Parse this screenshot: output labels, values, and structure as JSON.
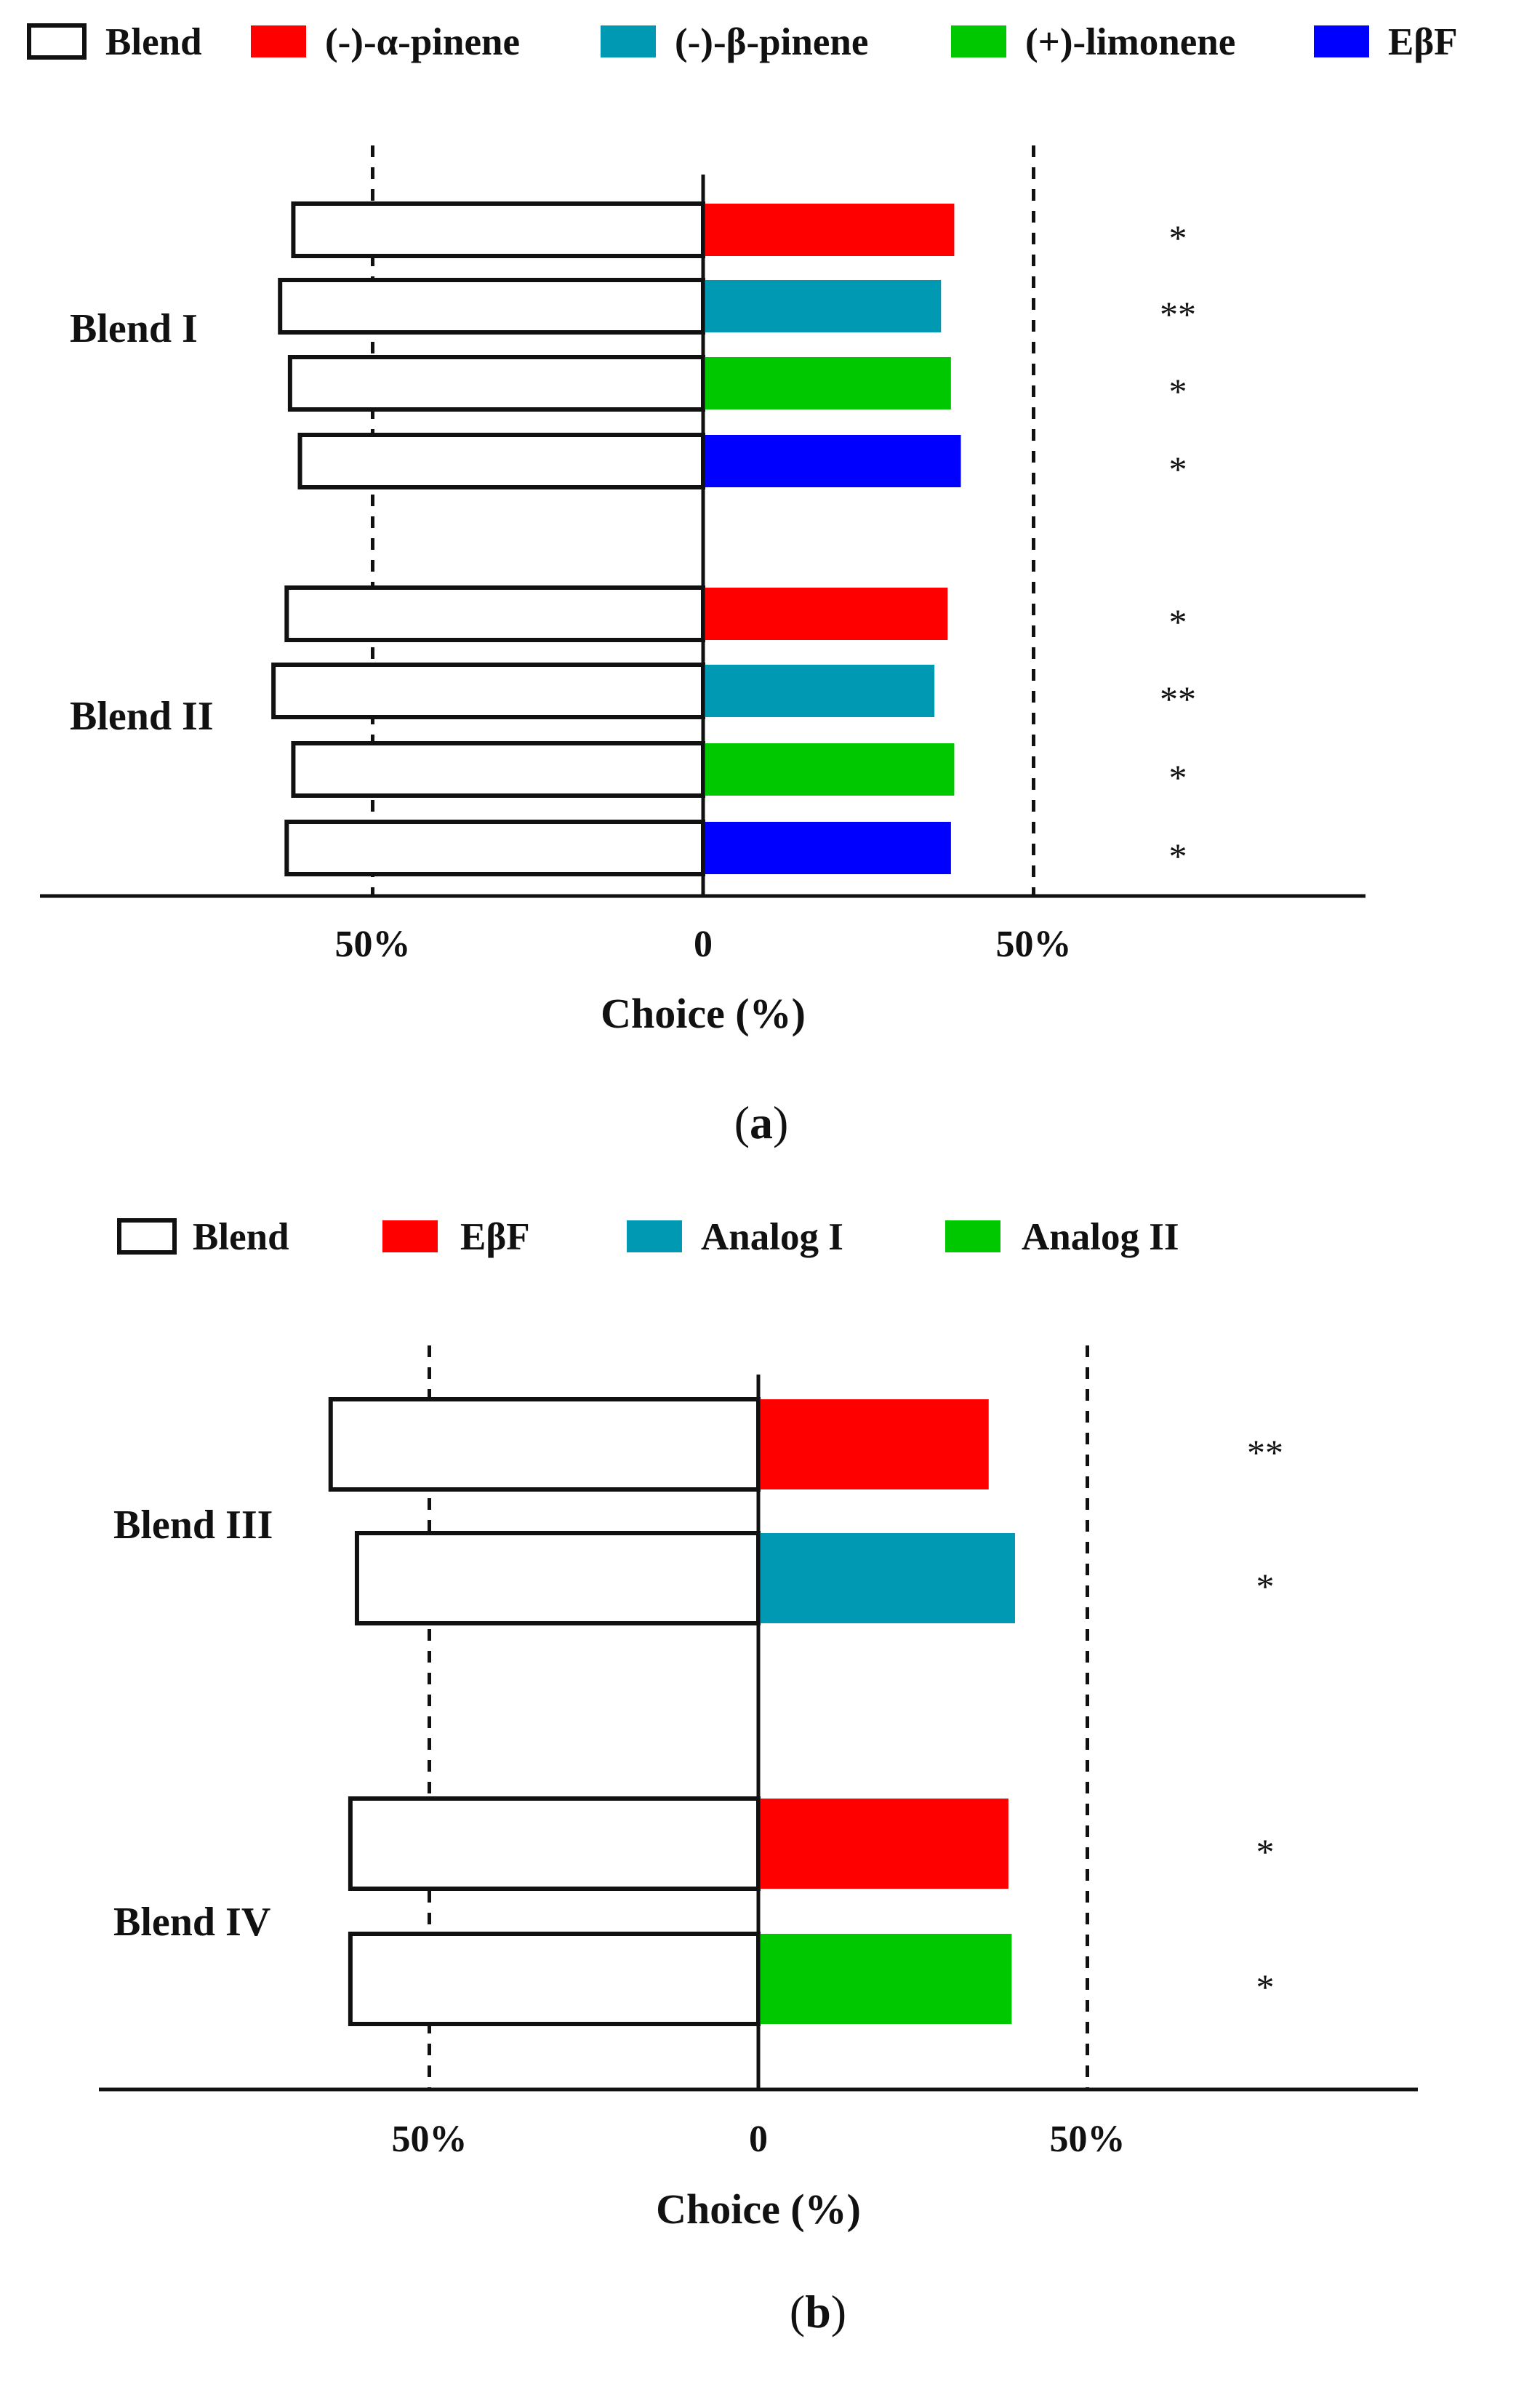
{
  "chart_data": [
    {
      "type": "bar",
      "panel_label": "a",
      "legend": [
        "Blend",
        "(-)-α-pinene",
        "(-)-β-pinene",
        "(+)-limonene",
        "EβF"
      ],
      "colors": {
        "Blend": "#ffffff",
        "(-)-α-pinene": "#ff0000",
        "(-)-β-pinene": "#0099b4",
        "(+)-limonene": "#00c800",
        "EβF": "#0000ff"
      },
      "xlabel": "Choice (%)",
      "xticks": [
        "50%",
        "0",
        "50%"
      ],
      "xlim": [
        -100,
        100
      ],
      "reference_lines": [
        -50,
        50
      ],
      "groups": [
        {
          "label": "Blend I",
          "rows": [
            {
              "compound": "(-)-α-pinene",
              "blend": 62,
              "compound_value": 38,
              "sig": "*"
            },
            {
              "compound": "(-)-β-pinene",
              "blend": 64,
              "compound_value": 36,
              "sig": "**"
            },
            {
              "compound": "(+)-limonene",
              "blend": 62.5,
              "compound_value": 37.5,
              "sig": "*"
            },
            {
              "compound": "EβF",
              "blend": 61,
              "compound_value": 39,
              "sig": "*"
            }
          ]
        },
        {
          "label": "Blend II",
          "rows": [
            {
              "compound": "(-)-α-pinene",
              "blend": 63,
              "compound_value": 37,
              "sig": "*"
            },
            {
              "compound": "(-)-β-pinene",
              "blend": 65,
              "compound_value": 35,
              "sig": "**"
            },
            {
              "compound": "(+)-limonene",
              "blend": 62,
              "compound_value": 38,
              "sig": "*"
            },
            {
              "compound": "EβF",
              "blend": 63,
              "compound_value": 37.5,
              "sig": "*"
            }
          ]
        }
      ]
    },
    {
      "type": "bar",
      "panel_label": "b",
      "legend": [
        "Blend",
        "EβF",
        "Analog I",
        "Analog II"
      ],
      "colors": {
        "Blend": "#ffffff",
        "EβF": "#ff0000",
        "Analog I": "#0099b4",
        "Analog II": "#00c800"
      },
      "xlabel": "Choice (%)",
      "xticks": [
        "50%",
        "0",
        "50%"
      ],
      "xlim": [
        -100,
        100
      ],
      "reference_lines": [
        -50,
        50
      ],
      "groups": [
        {
          "label": "Blend III",
          "rows": [
            {
              "compound": "EβF",
              "blend": 65,
              "compound_value": 35,
              "sig": "**"
            },
            {
              "compound": "Analog I",
              "blend": 61,
              "compound_value": 39,
              "sig": "*"
            }
          ]
        },
        {
          "label": "Blend IV",
          "rows": [
            {
              "compound": "EβF",
              "blend": 62,
              "compound_value": 38,
              "sig": "*"
            },
            {
              "compound": "Analog II",
              "blend": 62,
              "compound_value": 38.5,
              "sig": "*"
            }
          ]
        }
      ]
    }
  ]
}
